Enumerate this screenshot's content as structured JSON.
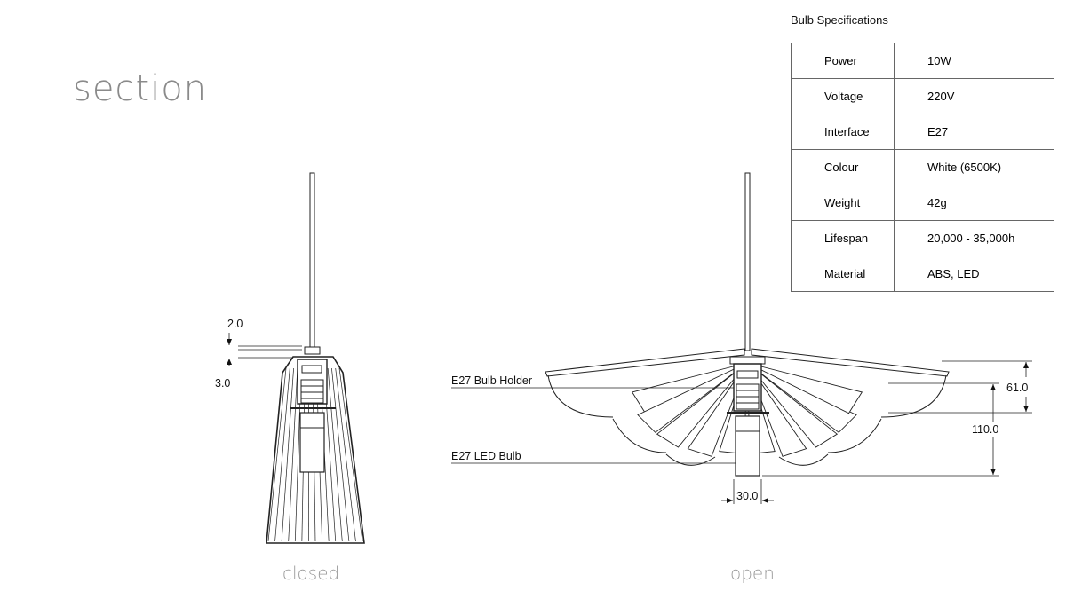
{
  "page": {
    "title": "section"
  },
  "specs": {
    "heading": "Bulb Specifications",
    "rows": [
      {
        "key": "Power",
        "value": "10W"
      },
      {
        "key": "Voltage",
        "value": "220V"
      },
      {
        "key": "Interface",
        "value": "E27"
      },
      {
        "key": "Colour",
        "value": "White (6500K)"
      },
      {
        "key": "Weight",
        "value": "42g"
      },
      {
        "key": "Lifespan",
        "value": "20,000 - 35,000h"
      },
      {
        "key": "Material",
        "value": "ABS, LED"
      }
    ]
  },
  "closed": {
    "caption": "closed",
    "dim_top": "2.0",
    "dim_bottom": "3.0"
  },
  "open": {
    "caption": "open",
    "label_holder": "E27 Bulb Holder",
    "label_bulb": "E27 LED Bulb",
    "dim_width": "30.0",
    "dim_small_height": "61.0",
    "dim_total_height": "110.0"
  }
}
